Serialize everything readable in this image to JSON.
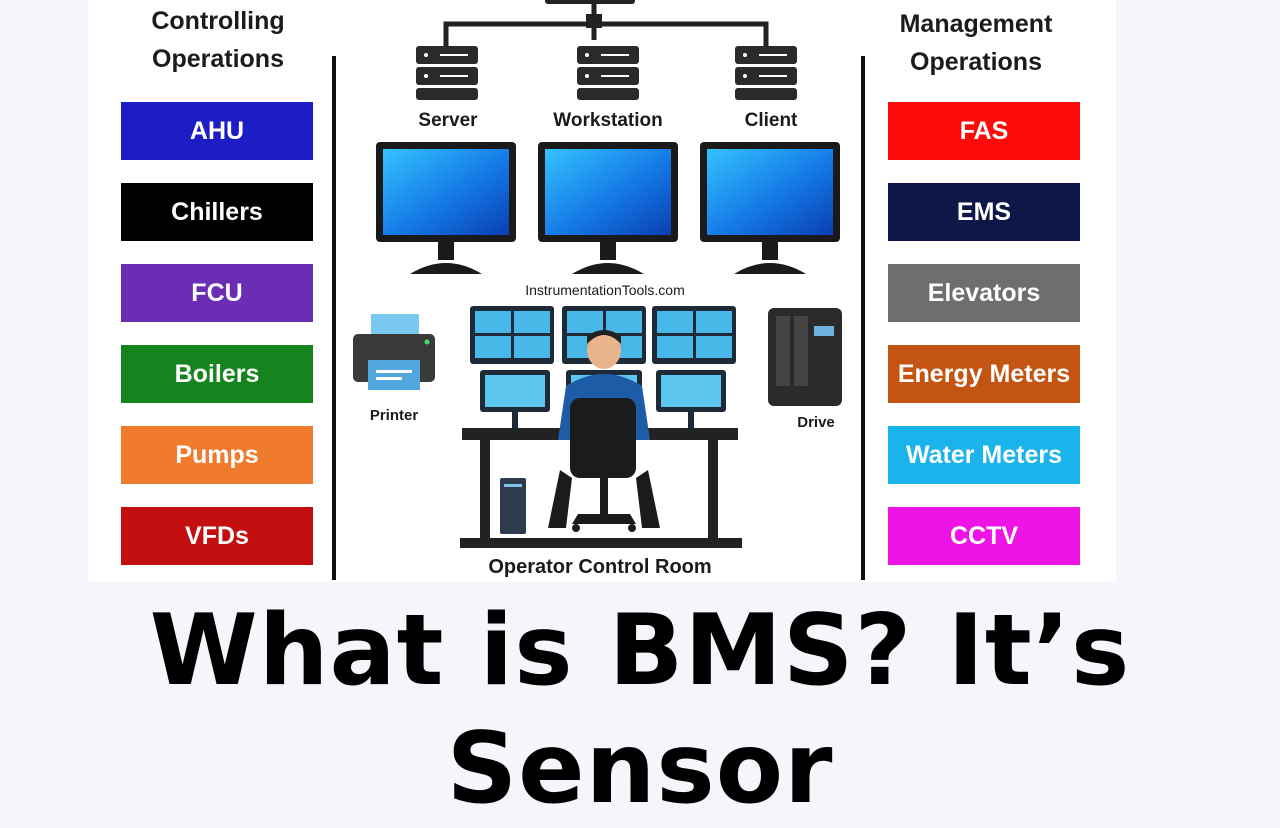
{
  "left": {
    "title_line1": "Controlling",
    "title_line2": "Operations",
    "items": [
      {
        "label": "AHU",
        "color": "#1d1dc6"
      },
      {
        "label": "Chillers",
        "color": "#000000"
      },
      {
        "label": "FCU",
        "color": "#6c2db5"
      },
      {
        "label": "Boilers",
        "color": "#15841e"
      },
      {
        "label": "Pumps",
        "color": "#f07b2f"
      },
      {
        "label": "VFDs",
        "color": "#c30f0f"
      }
    ]
  },
  "right": {
    "title_line1": "Management",
    "title_line2": "Operations",
    "items": [
      {
        "label": "FAS",
        "color": "#ff0a0a"
      },
      {
        "label": "EMS",
        "color": "#0e1747"
      },
      {
        "label": "Elevators",
        "color": "#6e6e6e"
      },
      {
        "label": "Energy Meters",
        "color": "#c45412"
      },
      {
        "label": "Water Meters",
        "color": "#1bb3ec"
      },
      {
        "label": "CCTV",
        "color": "#ee14e6"
      }
    ]
  },
  "center": {
    "servers": [
      "Server",
      "Workstation",
      "Client"
    ],
    "watermark": "InstrumentationTools.com",
    "printer": "Printer",
    "drive": "Drive",
    "room": "Operator Control Room"
  },
  "headline": "What is BMS? It’s Sensor"
}
